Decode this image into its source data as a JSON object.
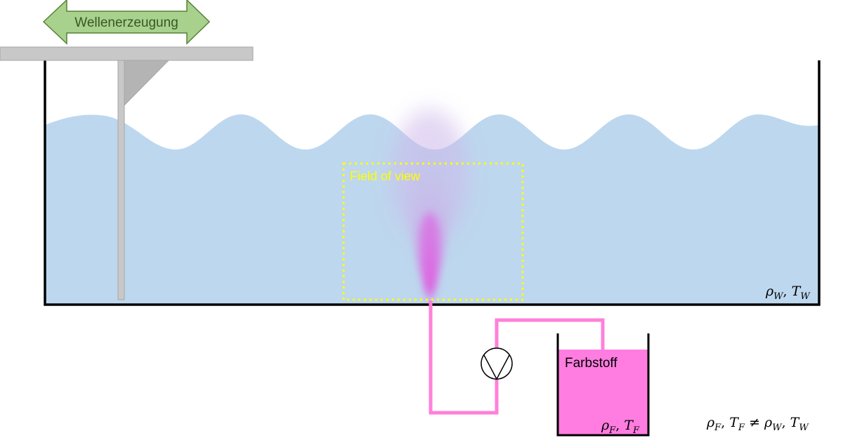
{
  "labels": {
    "wave_generation": "Wellenerzeugung",
    "field_of_view": "Field of view",
    "dye_reservoir": "Farbstoff"
  },
  "symbols": {
    "water_props": {
      "rho": "ρ",
      "t": "T",
      "sub": "W"
    },
    "dye_props": {
      "rho": "ρ",
      "t": "T",
      "sub": "F"
    },
    "neq": "≠"
  },
  "colors": {
    "water": "#bdd7ee",
    "dye": "#ff7de0",
    "tube": "#ff80d9",
    "field_of_view": "#ffff00",
    "arrow_fill": "#a9d18e",
    "arrow_stroke": "#548235",
    "arrow_text": "#385723",
    "paddle": "#c8c8c8"
  }
}
